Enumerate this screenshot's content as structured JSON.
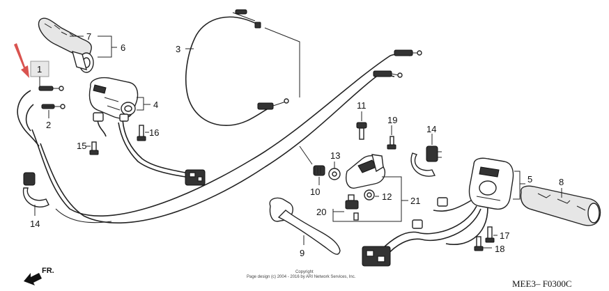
{
  "callouts": {
    "c1": "1",
    "c2": "2",
    "c3": "3",
    "c4": "4",
    "c5": "5",
    "c6": "6",
    "c7": "7",
    "c8": "8",
    "c9": "9",
    "c10": "10",
    "c11": "11",
    "c12": "12",
    "c13": "13",
    "c14a": "14",
    "c14b": "14",
    "c15": "15",
    "c16": "16",
    "c17": "17",
    "c18": "18",
    "c19": "19",
    "c20": "20",
    "c21": "21"
  },
  "footer": {
    "copyright_line1": "Copyright",
    "copyright_line2": "Page design (c) 2004 - 2016 by ARI Network Services, Inc.",
    "diagram_code": "MEE3– F0300C",
    "front_label": "FR."
  },
  "colors": {
    "highlight_arrow": "#d9534f",
    "highlight_box": "#e8e8e8",
    "line": "#222222"
  }
}
